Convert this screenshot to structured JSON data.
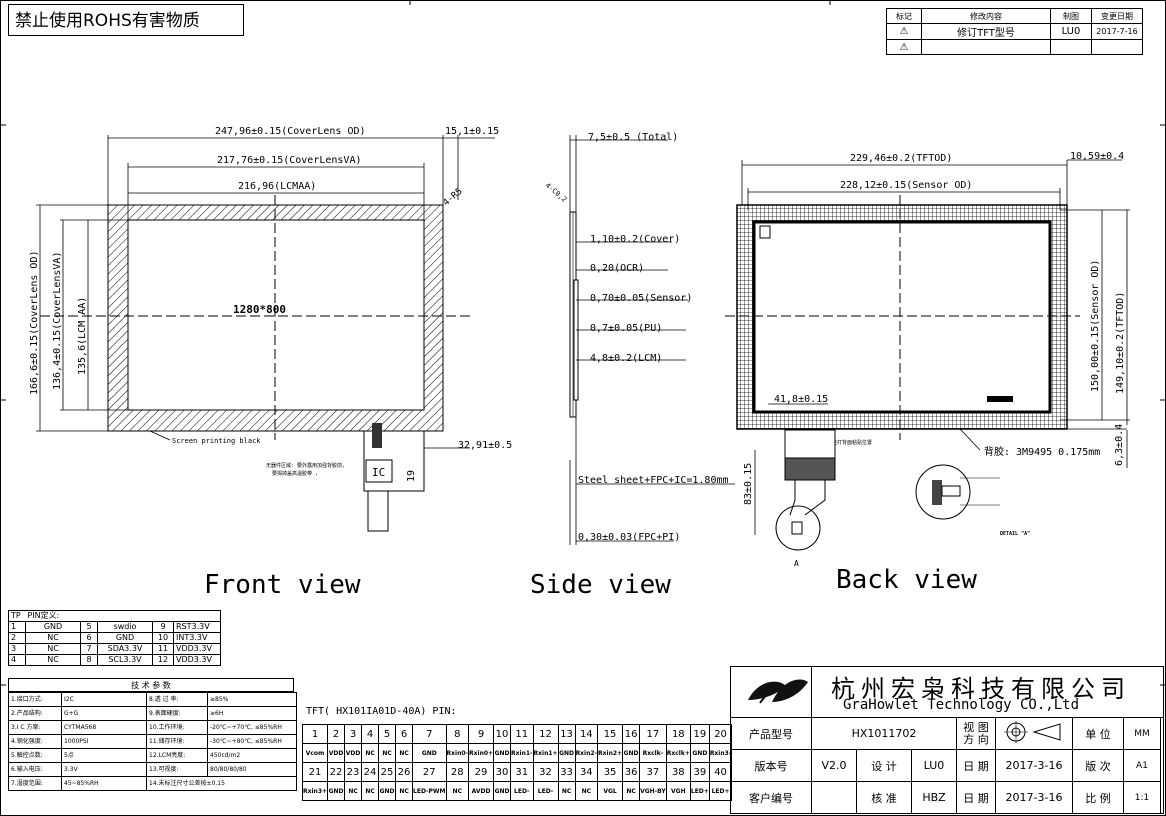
{
  "header": {
    "title": "禁止使用ROHS有害物质"
  },
  "revision": {
    "headers": [
      "标记",
      "修改内容",
      "制图",
      "变更日期"
    ],
    "rows": [
      {
        "mark": "⚠",
        "content": "修订TFT型号",
        "drawer": "LU0",
        "date": "2017-7-16"
      },
      {
        "mark": "⚠",
        "content": "",
        "drawer": "",
        "date": ""
      }
    ]
  },
  "front": {
    "label": "Front view",
    "dim_cover_od": "247,96±0.15(CoverLens OD)",
    "dim_cover_va": "217,76±0.15(CoverLensVA)",
    "dim_lcm_aa": "216,96(LCMAA)",
    "dim_right": "15,1±0.15",
    "dim_corner": "4-R5",
    "dim_h_cover_od": "166,6±0.15(CoverLens OD)",
    "dim_h_cover_va": "136,4±0.15(CoverLensVA)",
    "dim_h_lcm_aa": "135,6(LCM AA)",
    "resolution": "1280*800",
    "screen_note": "Screen printing black",
    "fpc_dim": "32,91±0.5",
    "ic_label": "IC",
    "ic_dim": "19",
    "fpc_note_1": "无器件区域: 要外露用加强背胶前,",
    "fpc_note_2": "要揭掉盖高温胶带 ,"
  },
  "side": {
    "label": "Side view",
    "total": "7,5±0.5 (Total)",
    "cover": "1,10±0.2(Cover)",
    "ocr": "0,20(OCR)",
    "sensor": "0,70±0.05(Sensor)",
    "pu": "0,7±0.05(PU)",
    "lcm": "4,8±0.2(LCM)",
    "steel": "Steel sheet+FPC+IC=1.80mm",
    "fpc_pi": "0,30±0.03(FPC+PI)",
    "angle": "4-C0,2"
  },
  "back": {
    "label": "Back view",
    "tft_od": "229,46±0.2(TFTOD)",
    "sensor_od": "228,12±0.15(Sensor OD)",
    "right": "10,59±0.4",
    "h_sensor": "150,00±0.15(Sensor OD)",
    "h_tft": "149,10±0.2(TFTOD)",
    "fpc_pos": "41,8±0.15",
    "adhesive": "背胶: 3M9495 0.175mm",
    "bottom": "6,3±0.4",
    "fpc_len": "83±0.15",
    "fpc_note": "FPC连打背面粘贴位置",
    "detail_a": "A",
    "detail_label": "DETAIL \"A\""
  },
  "tp_pins": {
    "title_a": "TP",
    "title_b": "PIN定义:",
    "rows": [
      [
        "1",
        "GND",
        "5",
        "swdio",
        "9",
        "RST3.3V"
      ],
      [
        "2",
        "NC",
        "6",
        "GND",
        "10",
        "INT3.3V"
      ],
      [
        "3",
        "NC",
        "7",
        "SDA3.3V",
        "11",
        "VDD3.3V"
      ],
      [
        "4",
        "NC",
        "8",
        "SCL3.3V",
        "12",
        "VDD3.3V"
      ]
    ]
  },
  "specs": {
    "title": "技 术 参 数",
    "rows": [
      [
        "1.接口方式:",
        "I2C",
        "8.透 过 率:",
        "≥85%"
      ],
      [
        "2.产品结构:",
        "G+G",
        "9.表面硬度:",
        "≥6H"
      ],
      [
        "3.I C 方案:",
        "CYTMA568",
        "10.工作环境:",
        "-20℃~+70℃, ≤85%RH"
      ],
      [
        "4.钢化强度:",
        "1000PSI",
        "11.储存环境:",
        "-30℃~+80℃, ≤85%RH"
      ],
      [
        "5.触控点数:",
        "5点",
        "12.LCM亮度:",
        "450cd/m2"
      ],
      [
        "6.输入电压:",
        "3.3V",
        "13.可视度:",
        "80/80/80/80"
      ],
      [
        "7.湿度范围:",
        "45~85%RH",
        "14.未标注尺寸公差按±0.15",
        ""
      ]
    ]
  },
  "tft_pins": {
    "title": "TFT( HX101IA01D-40A) PIN:",
    "nums1": [
      "1",
      "2",
      "3",
      "4",
      "5",
      "6",
      "7",
      "8",
      "9",
      "10",
      "11",
      "12",
      "13",
      "14",
      "15",
      "16",
      "17",
      "18",
      "19",
      "20"
    ],
    "sig1": [
      "Vcom",
      "VDD",
      "VDD",
      "NC",
      "NC",
      "NC",
      "GND",
      "Rxin0-",
      "Rxin0+",
      "GND",
      "Rxin1-",
      "Rxin1+",
      "GND",
      "Rxin2-",
      "Rxin2+",
      "GND",
      "Rxclk-",
      "Rxclk+",
      "GND",
      "Rxin3-"
    ],
    "nums2": [
      "21",
      "22",
      "23",
      "24",
      "25",
      "26",
      "27",
      "28",
      "29",
      "30",
      "31",
      "32",
      "33",
      "34",
      "35",
      "36",
      "37",
      "38",
      "39",
      "40"
    ],
    "sig2": [
      "Rxin3+",
      "GND",
      "NC",
      "NC",
      "GND",
      "NC",
      "LED-PWM",
      "NC",
      "AVDD",
      "GND",
      "LED-",
      "LED-",
      "NC",
      "NC",
      "VGL",
      "NC",
      "VGH-BY",
      "VGH",
      "LED+",
      "LED+"
    ]
  },
  "company": {
    "name_cn": "杭州宏枭科技有限公司",
    "name_en": "GraHowlet Technology CO.,Ltd",
    "product_label": "产品型号",
    "product_value": "HX1011702",
    "view_dir_label": "视 图\n方 向",
    "unit_label": "单 位",
    "unit_value": "MM",
    "version_label": "版本号",
    "version_value": "V2.0",
    "design_label": "设 计",
    "design_value": "LU0",
    "date_label": "日 期",
    "date1": "2017-3-16",
    "edition_label": "版 次",
    "edition_value": "A1",
    "customer_label": "客户编号",
    "customer_value": "",
    "approve_label": "核 准",
    "approve_value": "HBZ",
    "date2": "2017-3-16",
    "scale_label": "比 例",
    "scale_value": "1:1"
  }
}
